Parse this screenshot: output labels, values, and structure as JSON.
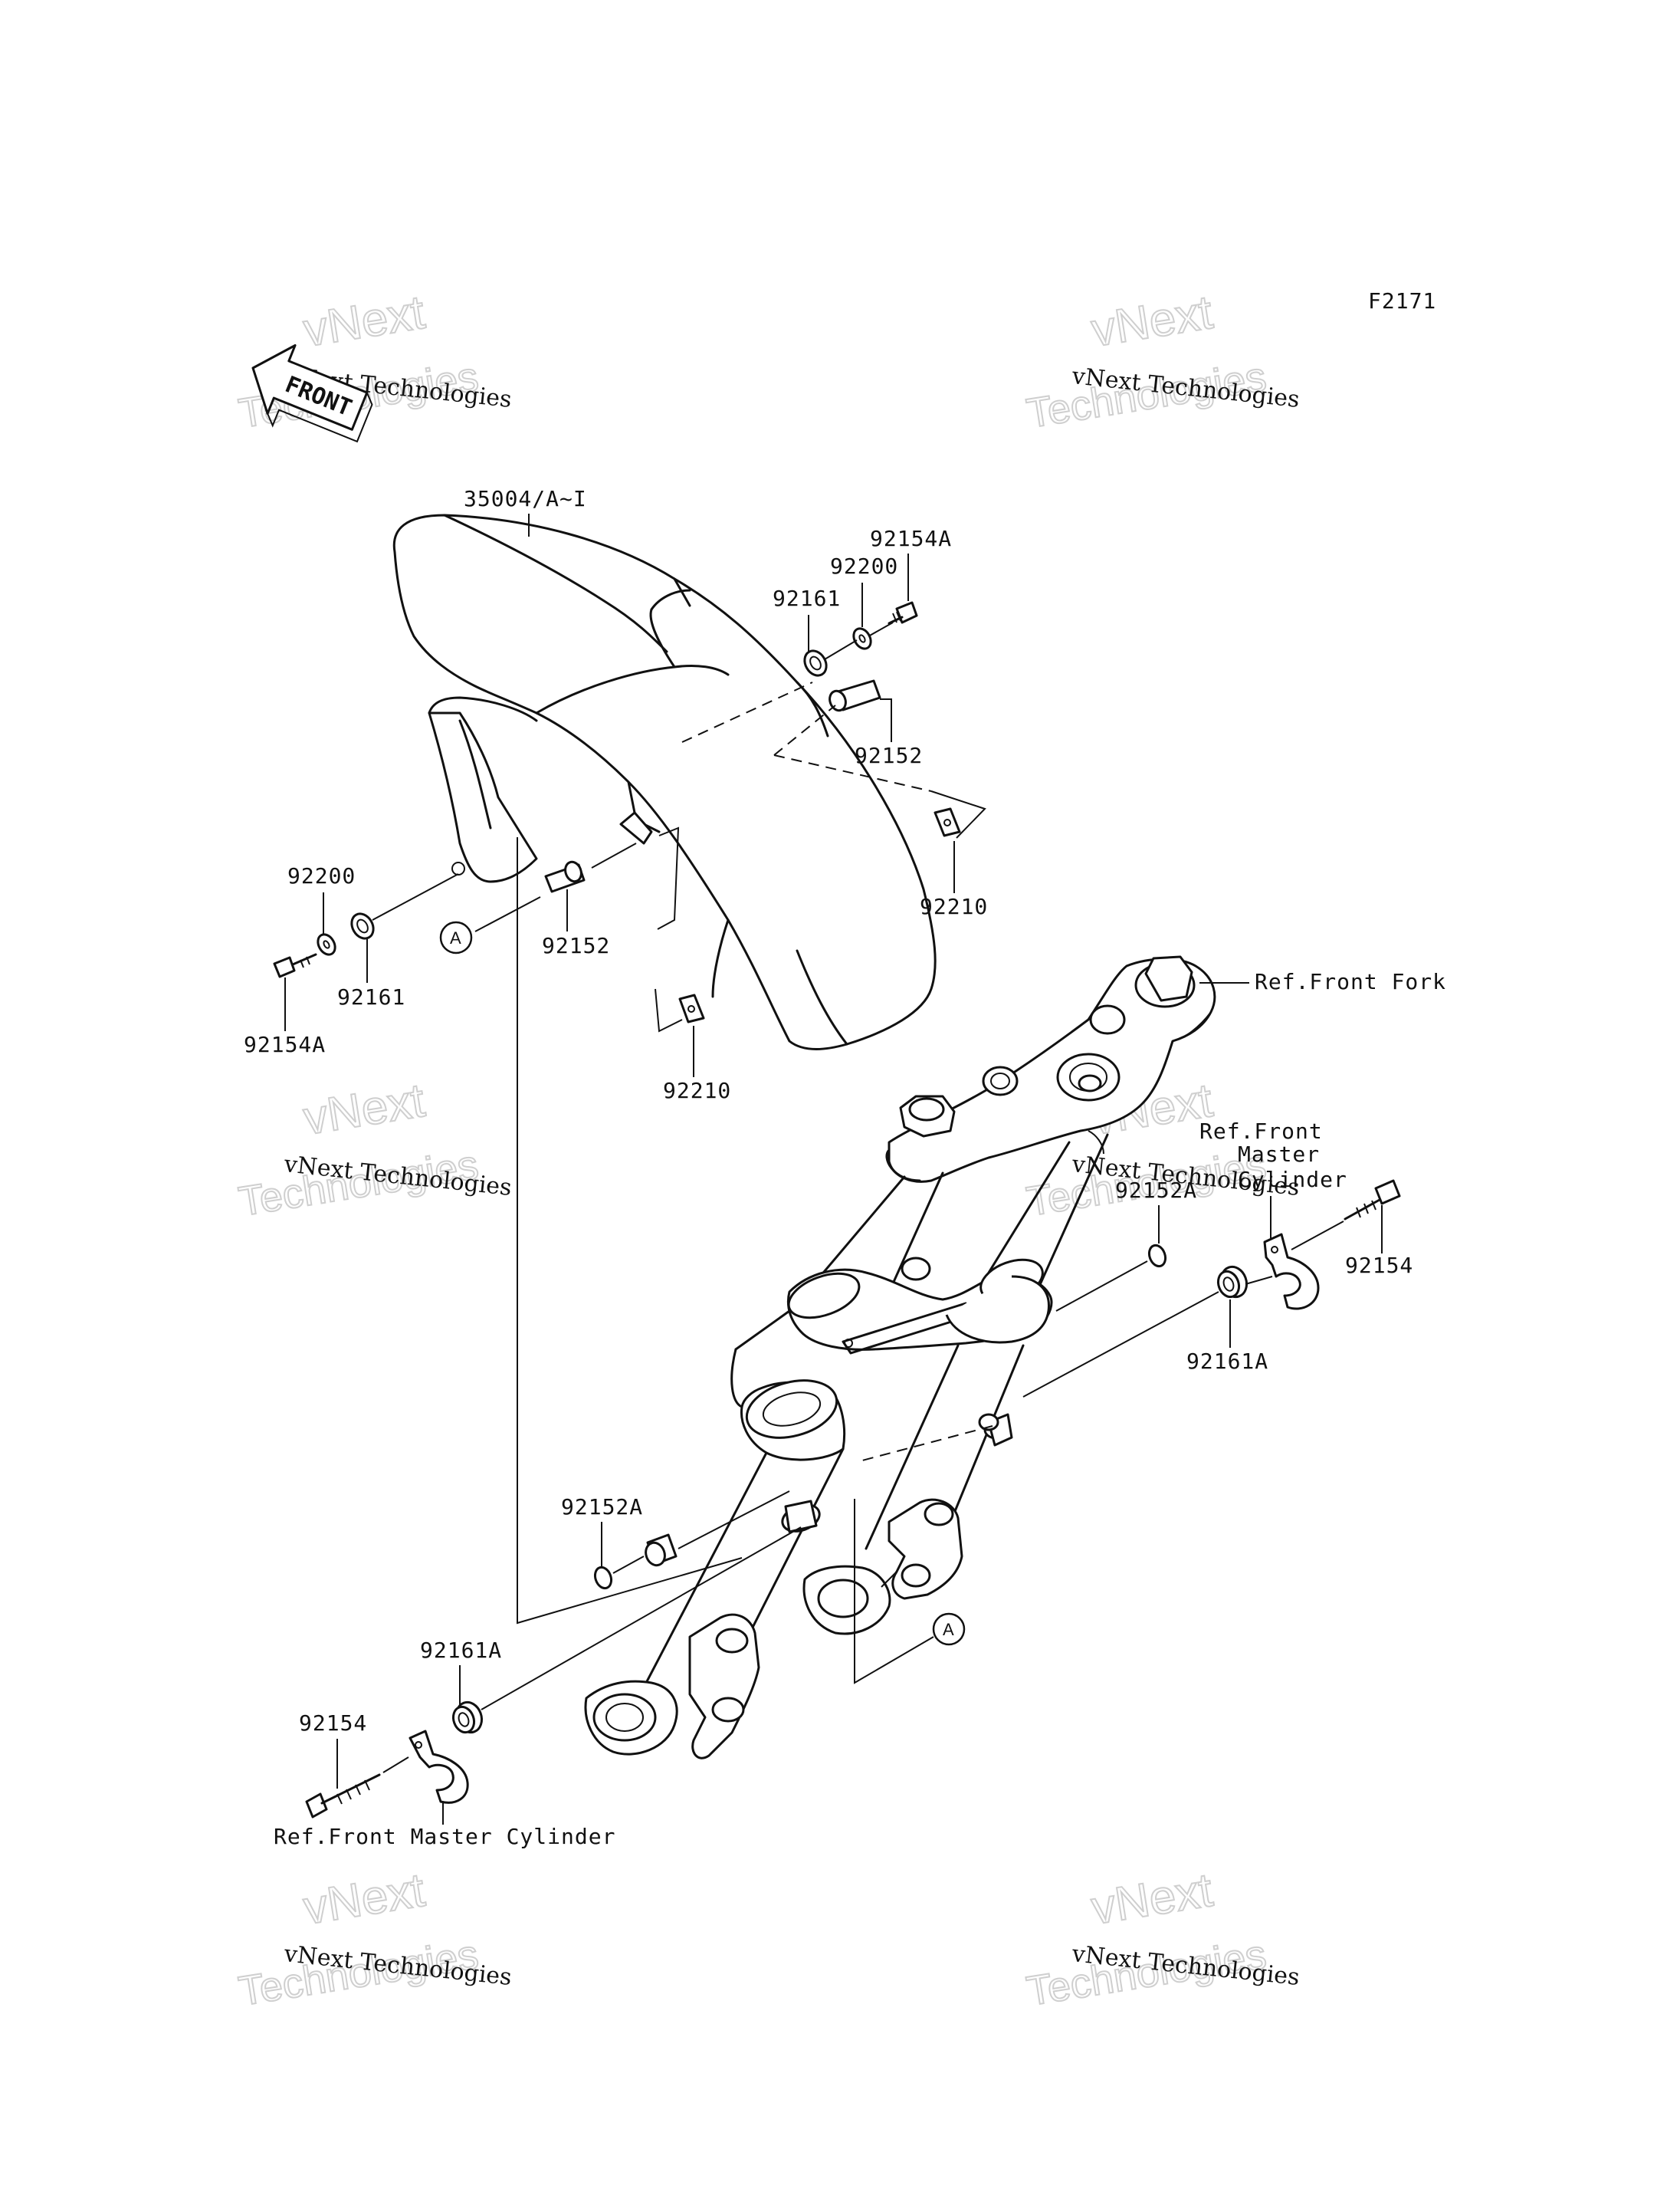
{
  "figure_code": "F2171",
  "front_badge": "FRONT",
  "watermark": {
    "line1": "vNext Technologies",
    "line2": "vNext",
    "line3": "Technologies"
  },
  "labels": {
    "fender": "35004/A~I",
    "bolt_top": "92154A",
    "washer_top": "92200",
    "grommet_top": "92161",
    "collar_top": "92152",
    "nut_right": "92210",
    "washer_left": "92200",
    "grommet_left": "92161",
    "bolt_left": "92154A",
    "collar_left": "92152",
    "nut_bottom": "92210",
    "ref_front_fork": "Ref.Front Fork",
    "ref_mc_right_1": "Ref.Front",
    "ref_mc_right_2": "Master",
    "ref_mc_right_3": "Cylinder",
    "collar_right": "92152A",
    "bolt_right": "92154",
    "grommet_right": "92161A",
    "collar_lower_left": "92152A",
    "grommet_lower_left": "92161A",
    "bolt_lower_left": "92154",
    "ref_mc_bottom": "Ref.Front Master Cylinder",
    "ref_a1": "A",
    "ref_a2": "A"
  }
}
